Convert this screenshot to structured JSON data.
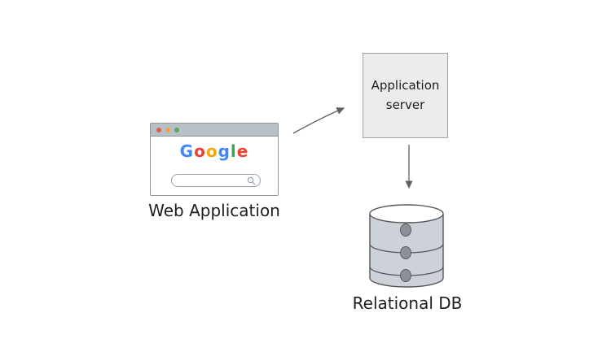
{
  "diagram": {
    "background": "#ffffff",
    "stroke_color": "#5f6164",
    "text_color": "#1e1e1e"
  },
  "browser": {
    "label": "Web Application",
    "traffic_lights": [
      {
        "name": "red-dot",
        "color": "#e2574e"
      },
      {
        "name": "yellow-dot",
        "color": "#eba440"
      },
      {
        "name": "green-dot",
        "color": "#57a95f"
      }
    ],
    "titlebar_color": "#b9bfc7",
    "logo": {
      "text": "Google",
      "letters": [
        {
          "char": "G",
          "color": "#4285f4"
        },
        {
          "char": "o",
          "color": "#ea4335"
        },
        {
          "char": "o",
          "color": "#f6a60b"
        },
        {
          "char": "g",
          "color": "#4285f4"
        },
        {
          "char": "l",
          "color": "#34a853"
        },
        {
          "char": "e",
          "color": "#ea4335"
        }
      ]
    },
    "search": {
      "value": "",
      "icon": "magnifier-icon"
    }
  },
  "app_server": {
    "label_line1": "Application",
    "label_line2": "server",
    "fill": "#ececec"
  },
  "database": {
    "label": "Relational DB",
    "fill": "#cdd2d8",
    "dot_color": "#8b9199",
    "sections": 3
  },
  "arrows": [
    {
      "name": "web-to-server"
    },
    {
      "name": "server-to-db"
    }
  ]
}
